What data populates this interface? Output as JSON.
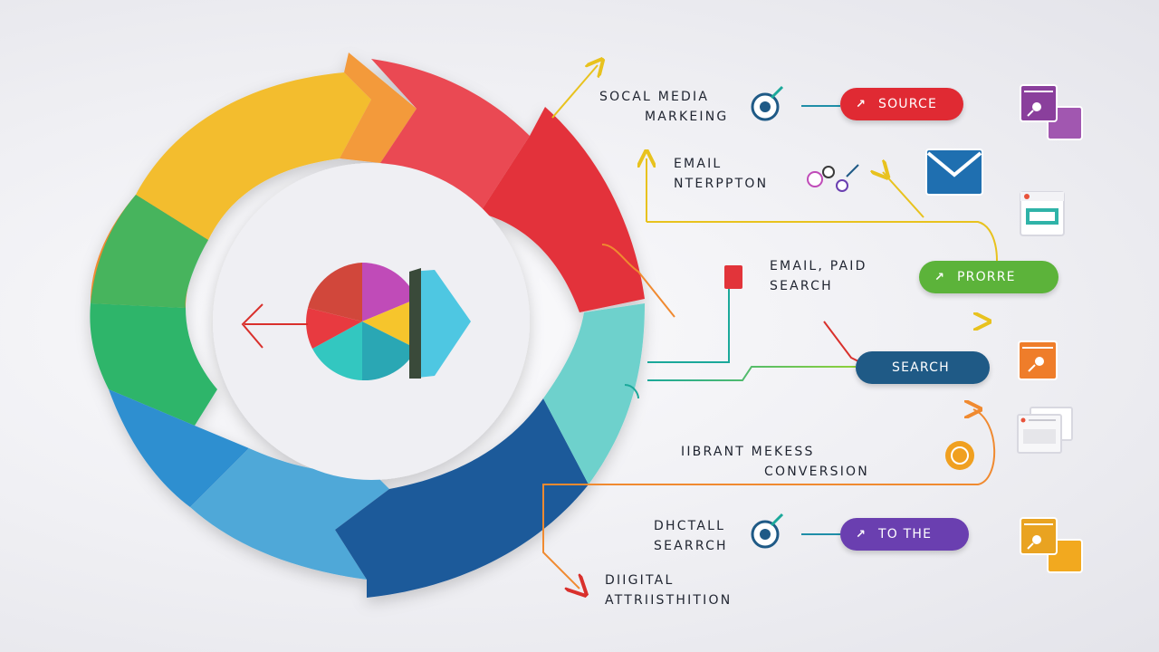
{
  "labels": {
    "social_media_marketing": [
      "SOCAL MEDIA",
      "MARKEING"
    ],
    "email_interruption": [
      "EMAIL",
      "NTERPPTON"
    ],
    "email_paid_search": [
      "EMAIL, PAID",
      "SEARCH"
    ],
    "vibrant_conversion": [
      "IIBRANT  MEKESS",
      "CONVERSION"
    ],
    "digital_search": [
      "DHCTALL",
      "SEARRCH"
    ],
    "digital_attribution": [
      "DIIGITAL",
      "ATTRIISTHITION"
    ]
  },
  "pills": {
    "source": {
      "label": "SOURCE",
      "color": "#e02a33"
    },
    "prorre": {
      "label": "PRORRE",
      "color": "#5cb33a"
    },
    "search": {
      "label": "SEARCH",
      "color": "#1f5a86"
    },
    "to_the": {
      "label": "TO THE",
      "color": "#6a3fb0"
    }
  },
  "icons": {
    "pill_arrow": "north-east-arrow",
    "right_side": [
      "purple-document-icon",
      "email-envelope-icon",
      "browser-window-icon",
      "orange-document-icon",
      "browser-window-icon",
      "yellow-document-icon"
    ]
  },
  "colors": {
    "ring": [
      "#f5c02c",
      "#f08a30",
      "#e8434c",
      "#e12f34",
      "#6ed1cc",
      "#1d5a9a",
      "#2f8fd0",
      "#2fb866"
    ]
  }
}
